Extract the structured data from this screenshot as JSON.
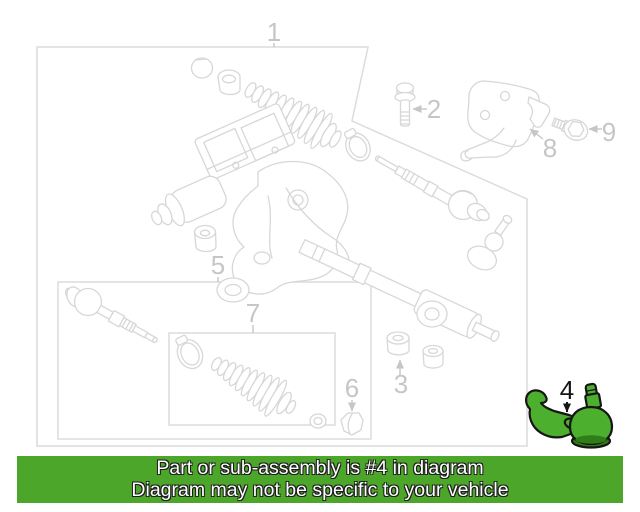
{
  "diagram": {
    "callouts": [
      {
        "label": "1",
        "highlighted": false
      },
      {
        "label": "2",
        "highlighted": false
      },
      {
        "label": "3",
        "highlighted": false
      },
      {
        "label": "4",
        "highlighted": true
      },
      {
        "label": "5",
        "highlighted": false
      },
      {
        "label": "6",
        "highlighted": false
      },
      {
        "label": "7",
        "highlighted": false
      },
      {
        "label": "8",
        "highlighted": false
      },
      {
        "label": "9",
        "highlighted": false
      }
    ],
    "highlighted_part_number": "4"
  },
  "banner": {
    "line1": "Part or sub-assembly is #4 in diagram",
    "line2": "Diagram may not be specific to your vehicle",
    "background_color": "#4ba629",
    "text_color": "#ffffff"
  },
  "colors": {
    "highlight_green": "#4caf2d",
    "highlight_green_dark": "#2f7d18",
    "outline_black": "#161616",
    "line_art_gray": "#d7d7d7",
    "callout_gray": "#c6c6c6"
  }
}
